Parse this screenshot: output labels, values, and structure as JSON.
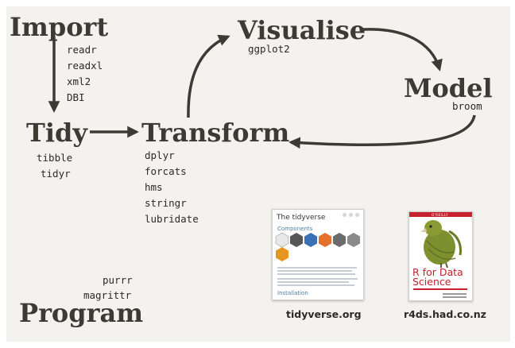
{
  "stages": {
    "import": "Import",
    "tidy": "Tidy",
    "transform": "Transform",
    "visualise": "Visualise",
    "model": "Model",
    "program": "Program"
  },
  "packages": {
    "import": [
      "readr",
      "readxl",
      "xml2",
      "DBI"
    ],
    "tidy": [
      "tibble",
      "tidyr"
    ],
    "transform": [
      "dplyr",
      "forcats",
      "hms",
      "stringr",
      "lubridate"
    ],
    "visualise": [
      "ggplot2"
    ],
    "model": [
      "broom"
    ],
    "program": [
      "purrr",
      "magrittr"
    ]
  },
  "resources": {
    "website": {
      "caption": "tidyverse.org",
      "page_title": "The tidyverse",
      "section_components": "Components",
      "section_installation": "Installation"
    },
    "book": {
      "caption": "r4ds.had.co.nz",
      "publisher": "O'REILLY",
      "title_line1": "R for Data",
      "title_line2": "Science"
    }
  },
  "colors": {
    "panel_background": "#f3f2ef",
    "text": "#3d3a33",
    "arrow": "#3d3a33",
    "book_red": "#c8202c",
    "kakapo_green": "#7d8f2e"
  }
}
